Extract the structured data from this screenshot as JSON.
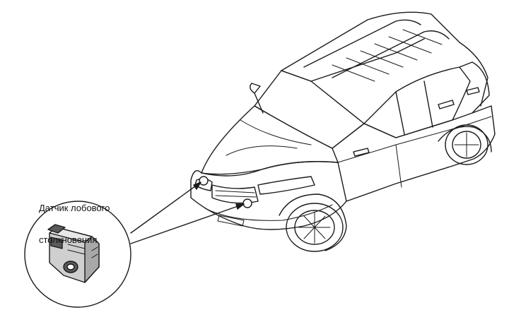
{
  "callout": {
    "line1": "Датчик лобового",
    "line2": "столкновения"
  },
  "colors": {
    "ink": "#1a1a1a",
    "sensor_fill": "#cfcfcf",
    "sensor_dark": "#5a5a5a",
    "background": "#ffffff"
  },
  "icons": [
    "car-illustration",
    "crash-sensor-detail"
  ]
}
